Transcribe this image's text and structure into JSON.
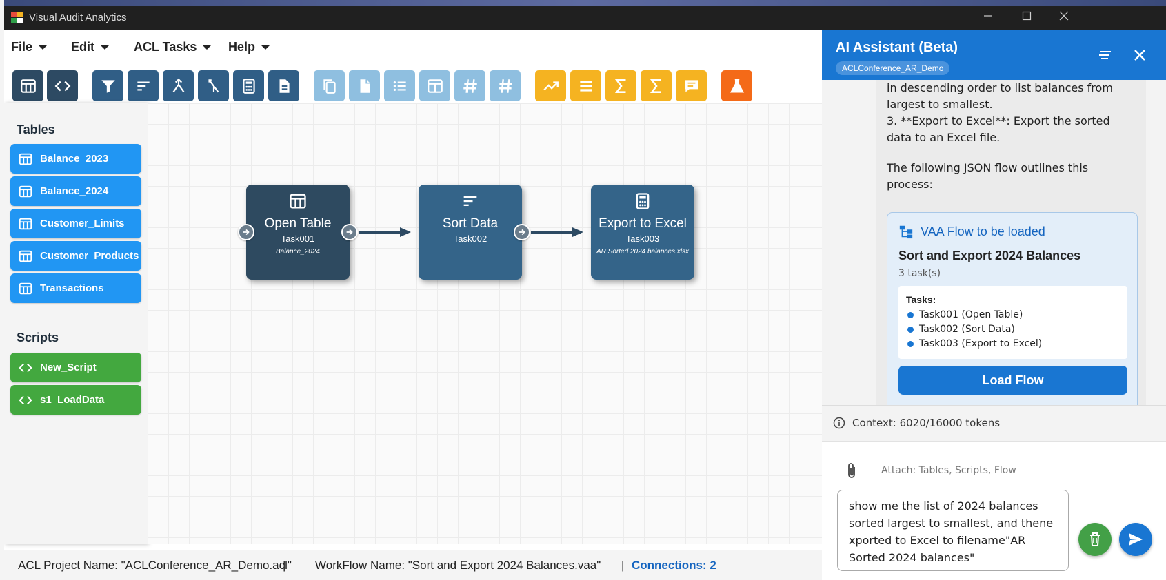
{
  "window": {
    "title": "Visual Audit Analytics"
  },
  "menu": {
    "items": [
      "File",
      "Edit",
      "ACL Tasks",
      "Help"
    ]
  },
  "toolbar": {
    "buttons": [
      "table-icon",
      "code-icon",
      "filter-icon",
      "sort-icon",
      "join-icon",
      "merge-icon",
      "export-icon",
      "document-icon",
      "copy-icon",
      "file-icon",
      "list-icon",
      "table-view-icon",
      "hash-icon",
      "hash-icon",
      "trend-icon",
      "stack-icon",
      "sum-icon",
      "sum-icon",
      "comment-icon",
      "flask-icon"
    ],
    "colors": {
      "dark": "#2d4a63",
      "navy": "#305e86",
      "light": "#8fbfe0",
      "orange": "#f5b321",
      "red": "#f46a18"
    }
  },
  "sidebar": {
    "tables_heading": "Tables",
    "tables": [
      {
        "label": "Balance_2023"
      },
      {
        "label": "Balance_2024"
      },
      {
        "label": "Customer_Limits"
      },
      {
        "label": "Customer_Products"
      },
      {
        "label": "Transactions"
      }
    ],
    "scripts_heading": "Scripts",
    "scripts": [
      {
        "label": "New_Script"
      },
      {
        "label": "s1_LoadData"
      }
    ],
    "colors": {
      "table": "#2196f3",
      "script": "#43a83f"
    }
  },
  "flow": {
    "nodes": [
      {
        "title": "Open Table",
        "id": "Task001",
        "sub": "Balance_2024",
        "color": "#2e4a60"
      },
      {
        "title": "Sort Data",
        "id": "Task002",
        "sub": "",
        "color": "#346489"
      },
      {
        "title": "Export to Excel",
        "id": "Task003",
        "sub": "AR Sorted 2024 balances.xlsx",
        "color": "#346489"
      }
    ]
  },
  "status": {
    "project": "ACL Project Name: \"ACLConference_AR_Demo.acl\"",
    "sep1": "|",
    "workflow": "WorkFlow Name: \"Sort and Export 2024 Balances.vaa\"",
    "sep2": "|",
    "connections": "Connections: 2"
  },
  "assistant": {
    "title": "AI Assistant (Beta)",
    "project_chip": "ACLConference_AR_Demo",
    "message_lines": [
      "in descending order to list balances from largest to smallest.",
      "3. **Export to Excel**: Export the sorted data to an Excel file.",
      "The following JSON flow outlines this process:"
    ],
    "flow_card": {
      "heading": "VAA Flow to be loaded",
      "name": "Sort and Export 2024 Balances",
      "count": "3 task(s)",
      "tasks_label": "Tasks:",
      "tasks": [
        "Task001 (Open Table)",
        "Task002 (Sort Data)",
        "Task003 (Export to Excel)"
      ],
      "load_button": "Load Flow"
    },
    "context": "Context: 6020/16000 tokens",
    "attach_placeholder": "Attach: Tables, Scripts, Flow",
    "input_value": "show me the list of 2024 balances sorted largest to smallest, and thene xported to Excel to filename\"AR Sorted 2024 balances\""
  }
}
